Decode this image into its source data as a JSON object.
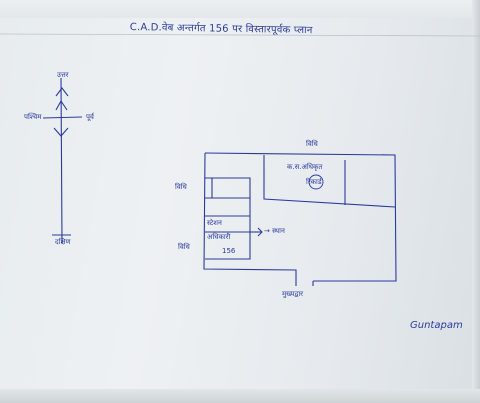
{
  "sheet": {
    "heading": "C.A.D.वेब अन्तर्गत 156 पर विस्तारपूर्वक प्लान"
  },
  "compass": {
    "north": "उत्तर",
    "west": "पश्चिम",
    "east": "पूर्व",
    "south": "दक्षिण"
  },
  "site_plan": {
    "room_label_top": "विधि",
    "room_label_inner_line1": "क.स.अधिकृत",
    "room_label_inner_line2": "रिकार्ड",
    "room_label_left": "विधि",
    "room_label_mid_line1": "स्टेशन",
    "room_label_mid_line2": "अधिकारी",
    "room_label_mid_arrow": "→ स्थान",
    "room_label_bottom_left_line1": "विधि",
    "room_label_bottom_left_line2": "156",
    "entrance_label": "मुख्यद्वार"
  },
  "signature": {
    "text": "Guntapam"
  }
}
